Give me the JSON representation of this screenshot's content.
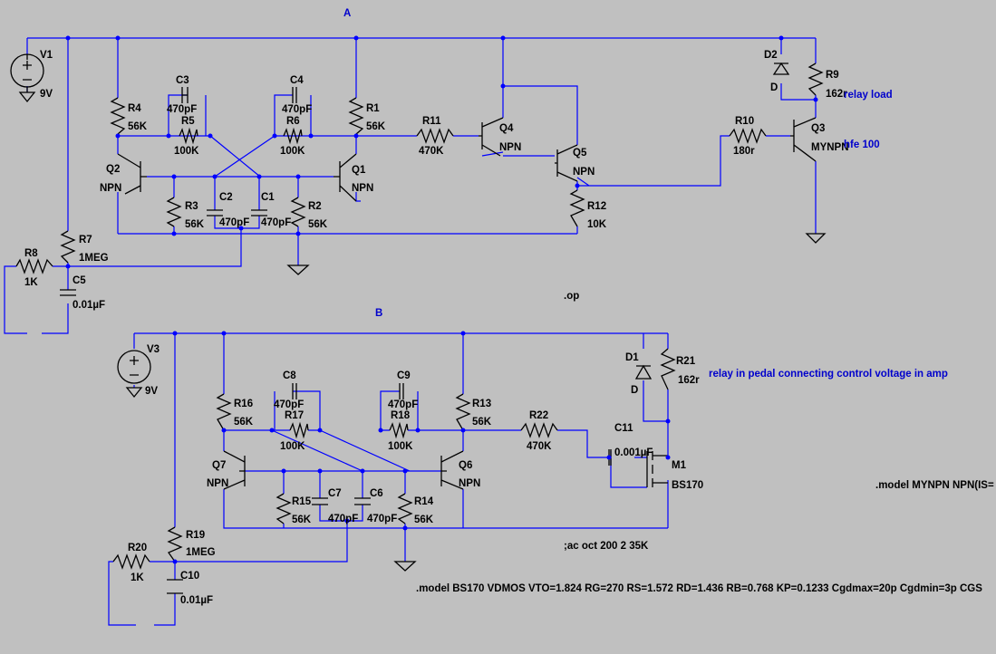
{
  "sections": {
    "a": "A",
    "b": "B"
  },
  "components": {
    "V1": {
      "name": "V1",
      "value": "9V"
    },
    "V3": {
      "name": "V3",
      "value": "9V"
    },
    "R1": {
      "name": "R1",
      "value": "56K"
    },
    "R2": {
      "name": "R2",
      "value": "56K"
    },
    "R3": {
      "name": "R3",
      "value": "56K"
    },
    "R4": {
      "name": "R4",
      "value": "56K"
    },
    "R5": {
      "name": "R5",
      "value": "100K"
    },
    "R6": {
      "name": "R6",
      "value": "100K"
    },
    "R7": {
      "name": "R7",
      "value": "1MEG"
    },
    "R8": {
      "name": "R8",
      "value": "1K"
    },
    "R9": {
      "name": "R9",
      "value": "162r"
    },
    "R10": {
      "name": "R10",
      "value": "180r"
    },
    "R11": {
      "name": "R11",
      "value": "470K"
    },
    "R12": {
      "name": "R12",
      "value": "10K"
    },
    "R13": {
      "name": "R13",
      "value": "56K"
    },
    "R14": {
      "name": "R14",
      "value": "56K"
    },
    "R15": {
      "name": "R15",
      "value": "56K"
    },
    "R16": {
      "name": "R16",
      "value": "56K"
    },
    "R17": {
      "name": "R17",
      "value": "100K"
    },
    "R18": {
      "name": "R18",
      "value": "100K"
    },
    "R19": {
      "name": "R19",
      "value": "1MEG"
    },
    "R20": {
      "name": "R20",
      "value": "1K"
    },
    "R21": {
      "name": "R21",
      "value": "162r"
    },
    "R22": {
      "name": "R22",
      "value": "470K"
    },
    "C1": {
      "name": "C1",
      "value": "470pF"
    },
    "C2": {
      "name": "C2",
      "value": "470pF"
    },
    "C3": {
      "name": "C3",
      "value": "470pF"
    },
    "C4": {
      "name": "C4",
      "value": "470pF"
    },
    "C5": {
      "name": "C5",
      "value": "0.01µF"
    },
    "C6": {
      "name": "C6",
      "value": "470pF"
    },
    "C7": {
      "name": "C7",
      "value": "470pF"
    },
    "C8": {
      "name": "C8",
      "value": "470pF"
    },
    "C9": {
      "name": "C9",
      "value": "470pF"
    },
    "C10": {
      "name": "C10",
      "value": "0.01µF"
    },
    "C11": {
      "name": "C11",
      "value": "0.001µF"
    },
    "Q1": {
      "name": "Q1",
      "value": "NPN"
    },
    "Q2": {
      "name": "Q2",
      "value": "NPN"
    },
    "Q3": {
      "name": "Q3",
      "value": "MYNPN"
    },
    "Q4": {
      "name": "Q4",
      "value": "NPN"
    },
    "Q5": {
      "name": "Q5",
      "value": "NPN"
    },
    "Q6": {
      "name": "Q6",
      "value": "NPN"
    },
    "Q7": {
      "name": "Q7",
      "value": "NPN"
    },
    "D1": {
      "name": "D1",
      "value": "D"
    },
    "D2": {
      "name": "D2",
      "value": "D"
    },
    "M1": {
      "name": "M1",
      "value": "BS170"
    }
  },
  "annotations": {
    "relay_load": "relay load",
    "hfe": "hfe 100",
    "relay_pedal": "relay in pedal connecting control voltage in amp",
    "op": ".op",
    "ac": ";ac oct 200 2 35K",
    "model_mynpn": ".model MYNPN NPN(IS=",
    "model_bs170": ".model BS170 VDMOS VTO=1.824 RG=270 RS=1.572 RD=1.436 RB=0.768 KP=0.1233 Cgdmax=20p Cgdmin=3p CGS"
  },
  "colors": {
    "background": "#c0c0c0",
    "wire": "#0000ff",
    "component": "#000000",
    "annotation": "#0000cc"
  }
}
